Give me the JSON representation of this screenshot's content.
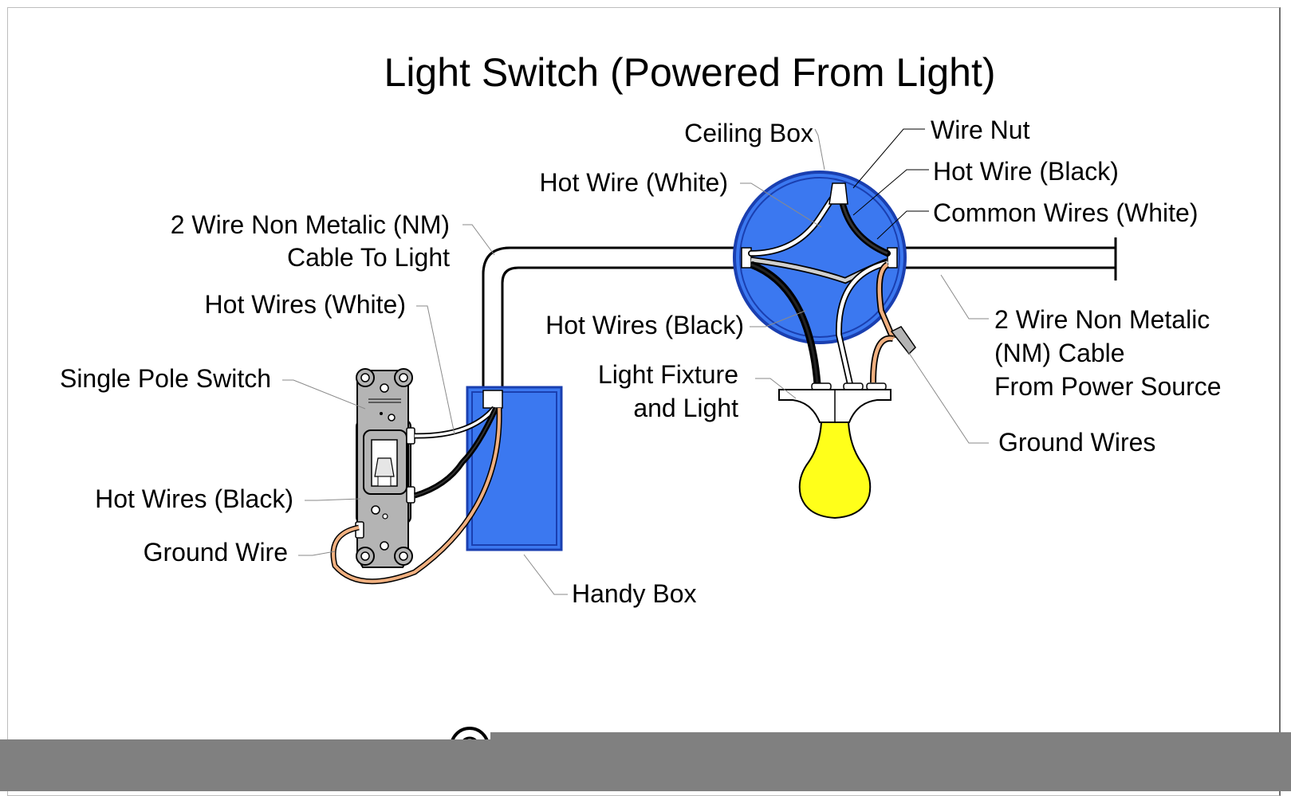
{
  "title": "Light Switch (Powered From Light)",
  "labels": {
    "ceiling_box": "Ceiling Box",
    "wire_nut": "Wire Nut",
    "hot_wire_black_right": "Hot Wire (Black)",
    "common_wires_white": "Common Wires (White)",
    "hot_wire_white_top": "Hot Wire (White)",
    "nm_cable_to_light_line1": "2 Wire Non Metalic (NM)",
    "nm_cable_to_light_line2": "Cable To Light",
    "hot_wires_white_left": "Hot Wires (White)",
    "hot_wires_black_center": "Hot Wires (Black)",
    "single_pole_switch": "Single Pole Switch",
    "light_fixture_line1": "Light Fixture",
    "light_fixture_line2": "and Light",
    "nm_cable_source_line1": "2 Wire Non Metalic",
    "nm_cable_source_line2": "(NM) Cable",
    "nm_cable_source_line3": "From Power Source",
    "ground_wires": "Ground Wires",
    "hot_wires_black_left": "Hot Wires (Black)",
    "ground_wire": "Ground Wire",
    "handy_box": "Handy Box"
  },
  "colors": {
    "box_blue": "#3b78f0",
    "box_blue_dark": "#1a3fb0",
    "bulb_yellow": "#ffff1a",
    "ground_copper": "#f0b080",
    "switch_grey": "#b4b4b4",
    "switch_dark_grey": "#8c8c8c",
    "overlay_grey": "#808080"
  }
}
